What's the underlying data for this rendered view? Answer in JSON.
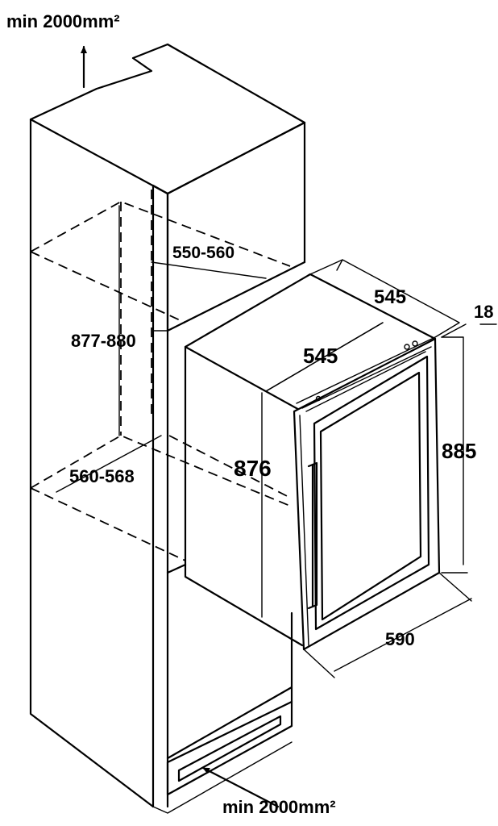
{
  "labels": {
    "top_vent": "min 2000mm²",
    "bottom_vent": "min 2000mm²",
    "niche_depth": "550-560",
    "niche_height": "877-880",
    "niche_width": "560-568",
    "appliance_depth_top": "545",
    "appliance_depth_inner": "545",
    "door_thickness": "18",
    "appliance_height_body": "876",
    "appliance_height_total": "885",
    "appliance_width": "590"
  }
}
